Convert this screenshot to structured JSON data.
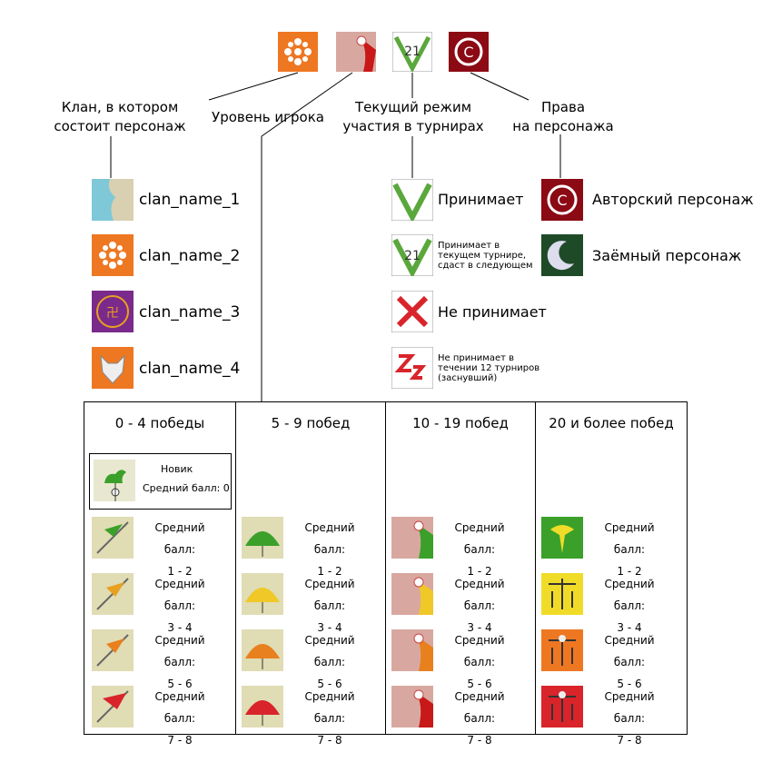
{
  "top_labels": {
    "clan": [
      "Клан, в котором",
      "состоит персонаж"
    ],
    "level": "Уровень игрока",
    "mode": [
      "Текущий режим",
      "участия в турнирах"
    ],
    "rights": [
      "Права",
      "на персонажа"
    ]
  },
  "clans": [
    "clan_name_1",
    "clan_name_2",
    "clan_name_3",
    "clan_name_4"
  ],
  "modes": [
    {
      "text": "Принимает",
      "size": "normal"
    },
    {
      "text": "Принимает в текущем турнире, сдаст в следующем",
      "size": "small"
    },
    {
      "text": "Не принимает",
      "size": "normal"
    },
    {
      "text": "Не принимает в течении 12 турниров (заснувший)",
      "size": "small"
    }
  ],
  "rights": [
    "Авторский персонаж",
    "Заёмный персонаж"
  ],
  "columns": [
    "0 - 4 победы",
    "5 - 9 побед",
    "10 - 19 побед",
    "20 и более побед"
  ],
  "novice": {
    "title": "Новик",
    "avg": "Средний балл: 0"
  },
  "avg_label": "Средний балл:",
  "ranges": [
    "1 - 2",
    "3 - 4",
    "5 - 6",
    "7 - 8"
  ],
  "colors": {
    "orange": "#ee7722",
    "dark_red": "#8b0a14",
    "green": "#3aa02a",
    "yellow": "#f0dc28",
    "check_green": "#5aa83c",
    "cross_red": "#d8242a"
  }
}
